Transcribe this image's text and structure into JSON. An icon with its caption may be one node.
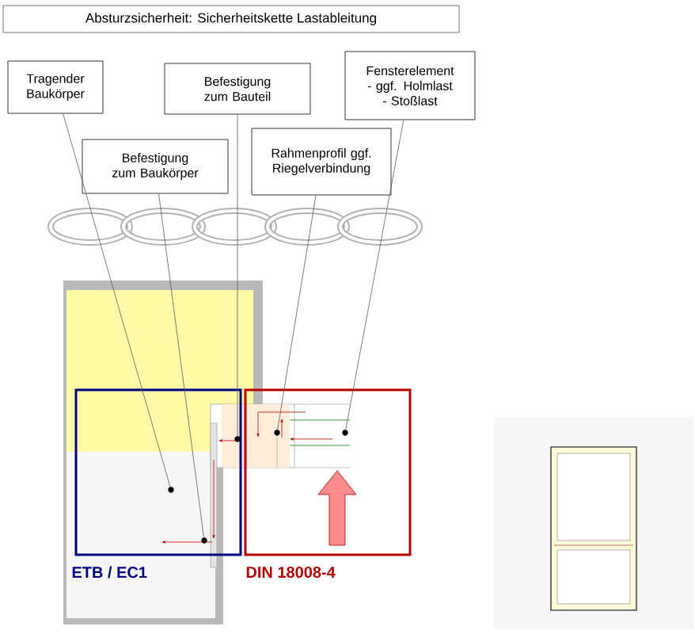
{
  "diagram": {
    "title": "Absturzsicherheit: Sicherheitskette Lastableitung",
    "nodes": [
      {
        "text": [
          "Tragender Baukörper"
        ]
      },
      {
        "text": [
          "Befestigung zum Baukörper"
        ]
      },
      {
        "text": [
          "Befestigung zum Bauteil"
        ]
      },
      {
        "text": [
          "Rahmenprofil ggf. Riegelverbindung"
        ]
      },
      {
        "text": [
          "Fensterelement - ggf. Holmlast - Stoßlast"
        ]
      },
      {
        "text": [
          "ETB / EC1"
        ]
      },
      {
        "text": [
          "DIN 18008-4"
        ]
      },
      {
        "text": [],
        "shape": "circle",
        "in": 5
      },
      {
        "text": [],
        "shape": "circle",
        "in": 5
      },
      {
        "text": [],
        "shape": "circle",
        "in": 5
      },
      {
        "text": [],
        "shape": "circle",
        "in": 6
      },
      {
        "text": [],
        "shape": "circle",
        "in": 6
      }
    ],
    "edges": [
      {
        "from": 0,
        "to": 7,
        "arrow": "none"
      },
      {
        "from": 1,
        "to": 8,
        "arrow": "none"
      },
      {
        "from": 2,
        "to": 9,
        "arrow": "none"
      },
      {
        "from": 3,
        "to": 10,
        "arrow": "none"
      },
      {
        "from": 4,
        "to": 11,
        "arrow": "none"
      }
    ]
  }
}
